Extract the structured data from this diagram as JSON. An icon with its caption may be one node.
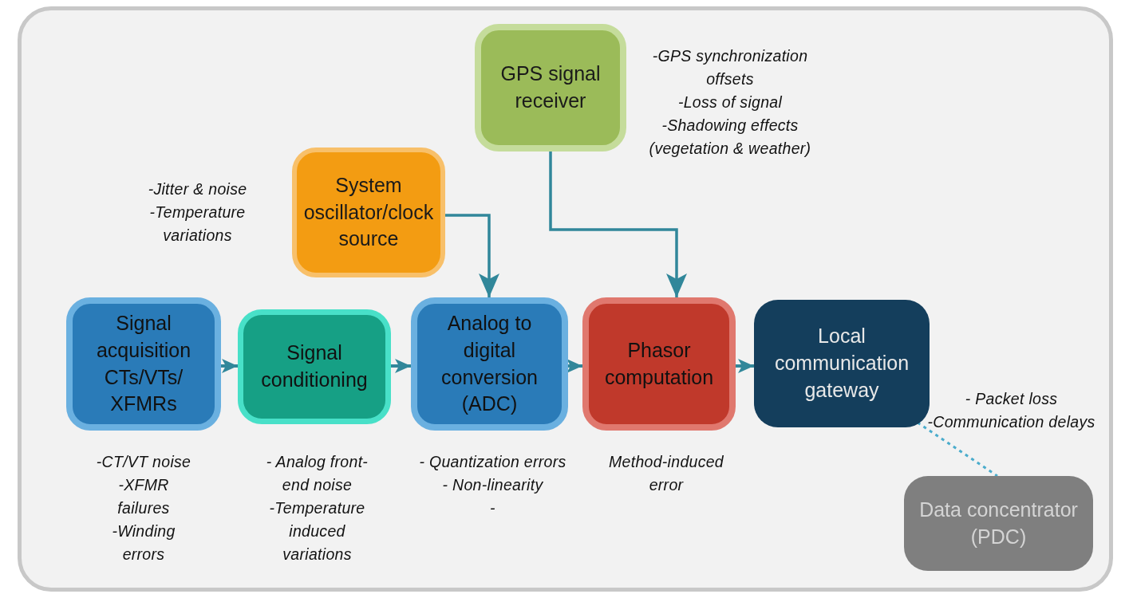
{
  "diagram": {
    "nodes": [
      {
        "text": [
          "GPS signal receiver"
        ],
        "beside": [
          "-GPS synchronization offsets",
          "-Loss of signal",
          "-Shadowing effects (vegetation & weather)"
        ]
      },
      {
        "text": [
          "System oscillator/clock source"
        ],
        "beside": [
          "-Jitter & noise",
          "-Temperature variations"
        ]
      },
      {
        "text": [
          "Signal acquisition CTs/VTs/ XFMRs"
        ],
        "beside": [
          "-CT/VT noise",
          "-XFMR failures",
          "-Winding errors"
        ]
      },
      {
        "text": [
          "Signal conditioning"
        ],
        "beside": [
          "- Analog front-end noise",
          "-Temperature induced variations"
        ]
      },
      {
        "text": [
          "Analog to digital conversion (ADC)"
        ],
        "beside": [
          "- Quantization errors",
          "- Non-linearity",
          "-"
        ]
      },
      {
        "text": [
          "Phasor computation"
        ],
        "beside": [
          "Method-induced error"
        ]
      },
      {
        "text": [
          "Local communication gateway"
        ],
        "beside": [
          "- Packet loss",
          "-Communication delays"
        ]
      },
      {
        "text": [
          "Data concentrator (PDC)"
        ]
      }
    ],
    "edges": [
      {
        "from": 2,
        "to": 3,
        "arrow": "to"
      },
      {
        "from": 3,
        "to": 4,
        "arrow": "to"
      },
      {
        "from": 4,
        "to": 5,
        "arrow": "to"
      },
      {
        "from": 5,
        "to": 6,
        "arrow": "to"
      },
      {
        "from": 1,
        "to": 4,
        "arrow": "to"
      },
      {
        "from": 0,
        "to": 5,
        "arrow": "to"
      },
      {
        "from": 6,
        "to": 7,
        "arrow": "none",
        "style": "dashed",
        "color": "#4aaccc"
      }
    ]
  }
}
